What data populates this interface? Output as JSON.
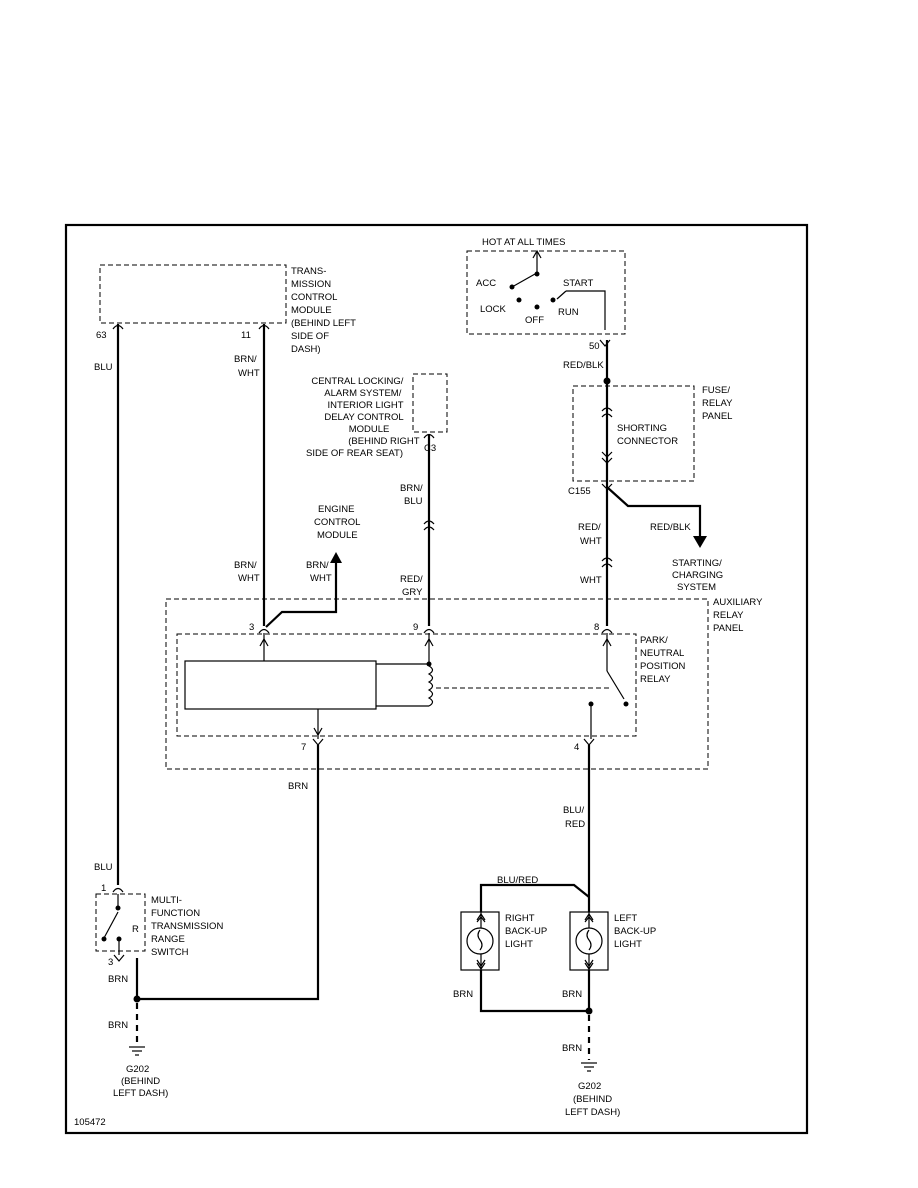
{
  "diagram_id": "105472",
  "ignition": {
    "header": "HOT AT ALL TIMES",
    "acc": "ACC",
    "lock": "LOCK",
    "off": "OFF",
    "start": "START",
    "run": "RUN",
    "pin": "50"
  },
  "tcm": {
    "label": [
      "TRANS-",
      "MISSION",
      "CONTROL",
      "MODULE",
      "(BEHIND LEFT",
      "SIDE OF",
      "DASH)"
    ],
    "pin_left": "63",
    "pin_right": "11"
  },
  "central_locking": {
    "label": [
      "CENTRAL LOCKING/",
      "ALARM SYSTEM/",
      "INTERIOR LIGHT",
      "DELAY CONTROL",
      "MODULE",
      "(BEHIND RIGHT",
      "SIDE OF REAR SEAT)"
    ],
    "connector": "C3"
  },
  "fuse_panel": {
    "label": [
      "FUSE/",
      "RELAY",
      "PANEL"
    ],
    "shorting": [
      "SHORTING",
      "CONNECTOR"
    ],
    "connector": "C155"
  },
  "engine_control": [
    "ENGINE",
    "CONTROL",
    "MODULE"
  ],
  "starting": [
    "STARTING/",
    "CHARGING",
    "SYSTEM"
  ],
  "aux_relay": {
    "label": [
      "AUXILIARY",
      "RELAY",
      "PANEL"
    ],
    "pin3": "3",
    "pin9": "9",
    "pin8": "8",
    "pin7": "7",
    "pin4": "4"
  },
  "pn_relay": [
    "PARK/",
    "NEUTRAL",
    "POSITION",
    "RELAY"
  ],
  "wires": {
    "blu_1": "BLU",
    "blu_2": "BLU",
    "brn_wht_1": [
      "BRN/",
      "WHT"
    ],
    "brn_wht_2": [
      "BRN/",
      "WHT"
    ],
    "brn_wht_3": [
      "BRN/",
      "WHT"
    ],
    "brn_blu": [
      "BRN/",
      "BLU"
    ],
    "red_gry": [
      "RED/",
      "GRY"
    ],
    "red_blk_1": "RED/BLK",
    "red_blk_2": "RED/BLK",
    "red_wht": [
      "RED/",
      "WHT"
    ],
    "wht": "WHT",
    "brn_aux": "BRN",
    "blu_red_1": [
      "BLU/",
      "RED"
    ],
    "blu_red_2": "BLU/RED",
    "brn_mfs_1": "BRN",
    "brn_mfs_2": "BRN",
    "brn_lamp_r": "BRN",
    "brn_lamp_l": "BRN",
    "brn_ground_r": "BRN"
  },
  "mfs": {
    "label": [
      "MULTI-",
      "FUNCTION",
      "TRANSMISSION",
      "RANGE",
      "SWITCH"
    ],
    "pin1": "1",
    "pin3": "3",
    "pos": "R"
  },
  "lamps": {
    "right": [
      "RIGHT",
      "BACK-UP",
      "LIGHT"
    ],
    "left": [
      "LEFT",
      "BACK-UP",
      "LIGHT"
    ]
  },
  "grounds": {
    "left": [
      "G202",
      "(BEHIND",
      "LEFT DASH)"
    ],
    "right": [
      "G202",
      "(BEHIND",
      "LEFT DASH)"
    ]
  }
}
